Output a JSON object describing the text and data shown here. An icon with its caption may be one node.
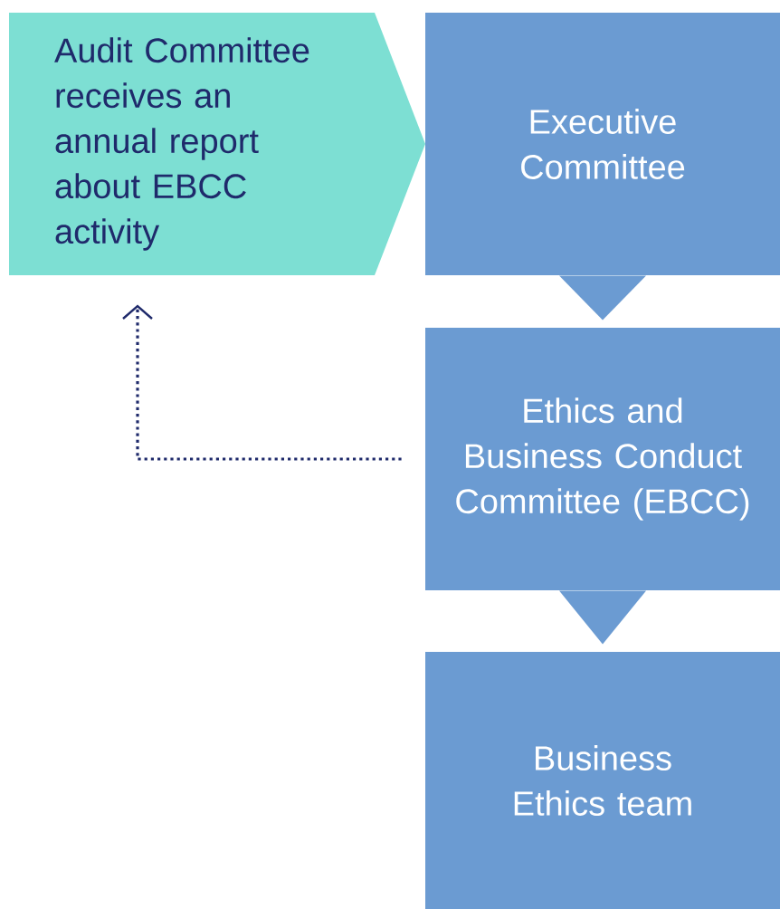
{
  "diagram": {
    "nodes": [
      {
        "text": [
          "Audit Committee receives an annual report about EBCC activity"
        ]
      },
      {
        "text": [
          "Executive Committee"
        ]
      },
      {
        "text": [
          "Ethics and Business Conduct Committee (EBCC)"
        ]
      },
      {
        "text": [
          "Business Ethics team"
        ]
      }
    ],
    "edges": [
      {
        "from": 1,
        "to": 2,
        "arrow": "to"
      },
      {
        "from": 2,
        "to": 3,
        "arrow": "to"
      },
      {
        "from": 2,
        "to": 0,
        "arrow": "to",
        "style": "dashed",
        "color": "#1f2a6b"
      }
    ]
  }
}
